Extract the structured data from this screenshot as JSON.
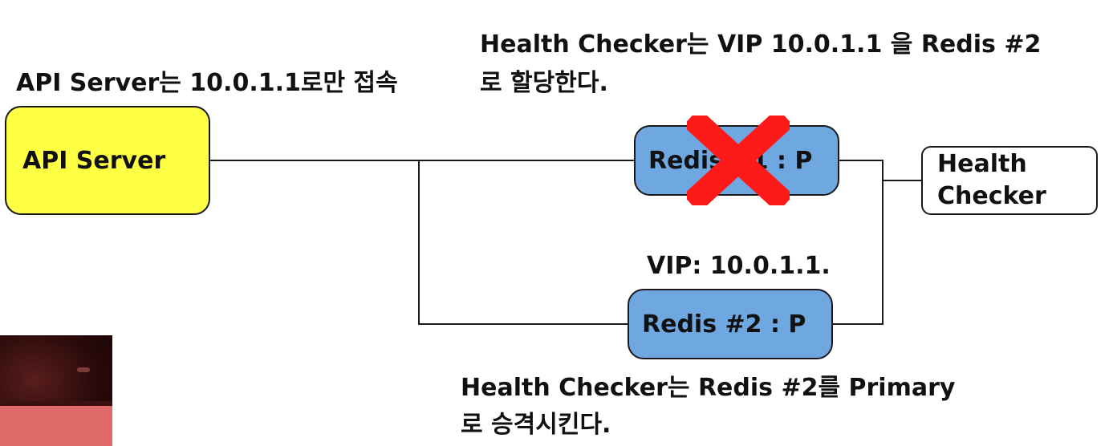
{
  "captions": {
    "api_caption": "API Server는 10.0.1.1로만 접속",
    "health_vip_line1": "Health Checker는 VIP 10.0.1.1 을 Redis #2",
    "health_vip_line2": "로 할당한다.",
    "vip_label": "VIP: 10.0.1.1.",
    "promote_line1": "Health Checker는 Redis #2를 Primary",
    "promote_line2": "로 승격시킨다."
  },
  "nodes": {
    "api_server": "API Server",
    "redis1": "Redis #1 : P",
    "redis2": "Redis #2 : P",
    "health_checker_line1": "Health",
    "health_checker_line2": "Checker"
  },
  "colors": {
    "api_server_fill": "#ffff44",
    "redis_fill": "#6fa8e0",
    "failure_cross": "#ff1a1a",
    "line": "#1a1a1a"
  },
  "icons": {
    "failure_marker": "red-x-icon"
  }
}
